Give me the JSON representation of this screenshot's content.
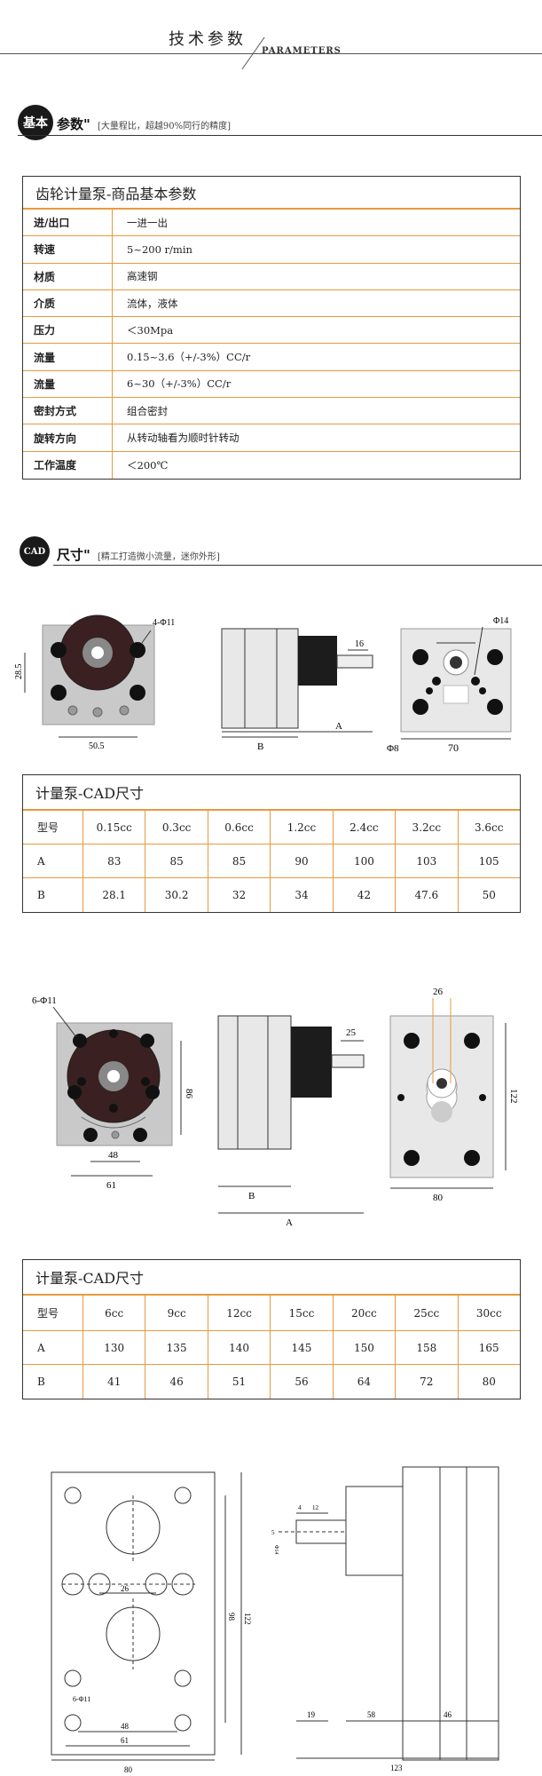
{
  "header": {
    "title": "技术参数",
    "subtitle": "PARAMETERS"
  },
  "section1": {
    "badge": "基本",
    "title": "参数\"",
    "note": "[大量程比，超越90%同行的精度]"
  },
  "params": {
    "title": "齿轮计量泵-商品基本参数",
    "rows": [
      {
        "k": "进/出口",
        "v": "一进一出"
      },
      {
        "k": "转速",
        "v": "5~200 r/min"
      },
      {
        "k": "材质",
        "v": "高速钢"
      },
      {
        "k": "介质",
        "v": "流体，液体"
      },
      {
        "k": "压力",
        "v": "＜30Mpa"
      },
      {
        "k": "流量",
        "v": "0.15~3.6（+/-3%）CC/r"
      },
      {
        "k": "流量",
        "v": "6~30（+/-3%）CC/r"
      },
      {
        "k": "密封方式",
        "v": "组合密封"
      },
      {
        "k": "旋转方向",
        "v": "从转动轴看为顺时针转动"
      },
      {
        "k": "工作温度",
        "v": "＜200℃"
      }
    ]
  },
  "section2": {
    "badge": "CAD",
    "title": "尺寸\"",
    "note": "[精工打造微小流量，迷你外形]"
  },
  "drawing1": {
    "labels": {
      "holes": "4-Φ11",
      "d1": "28.5",
      "d2": "50.5",
      "shaft": "16",
      "a": "A",
      "b": "B",
      "phi14": "Φ14",
      "phi8": "Φ8",
      "w": "70"
    }
  },
  "table1": {
    "title": "计量泵-CAD尺寸",
    "header": [
      "型号",
      "0.15cc",
      "0.3cc",
      "0.6cc",
      "1.2cc",
      "2.4cc",
      "3.2cc",
      "3.6cc"
    ],
    "rows": [
      [
        "A",
        "83",
        "85",
        "85",
        "90",
        "100",
        "103",
        "105"
      ],
      [
        "B",
        "28.1",
        "30.2",
        "32",
        "34",
        "42",
        "47.6",
        "50"
      ]
    ]
  },
  "drawing2": {
    "labels": {
      "holes": "6-Φ11",
      "h": "86",
      "w1": "48",
      "w2": "61",
      "shaft": "25",
      "b": "B",
      "a": "A",
      "top": "26",
      "h2": "122",
      "w3": "80"
    }
  },
  "table2": {
    "title": "计量泵-CAD尺寸",
    "header": [
      "型号",
      "6cc",
      "9cc",
      "12cc",
      "15cc",
      "20cc",
      "25cc",
      "30cc"
    ],
    "rows": [
      [
        "A",
        "130",
        "135",
        "140",
        "145",
        "150",
        "158",
        "165"
      ],
      [
        "B",
        "41",
        "46",
        "51",
        "56",
        "64",
        "72",
        "80"
      ]
    ]
  },
  "drawing3": {
    "labels": {
      "center": "26",
      "holes": "6-Φ11",
      "w1": "48",
      "w2": "61",
      "w3": "80",
      "h1": "98",
      "h2": "122",
      "s1": "4",
      "s2": "12",
      "s3": "5",
      "s4": "Φ14",
      "l1": "19",
      "l2": "58",
      "l3": "46",
      "l4": "123"
    }
  }
}
